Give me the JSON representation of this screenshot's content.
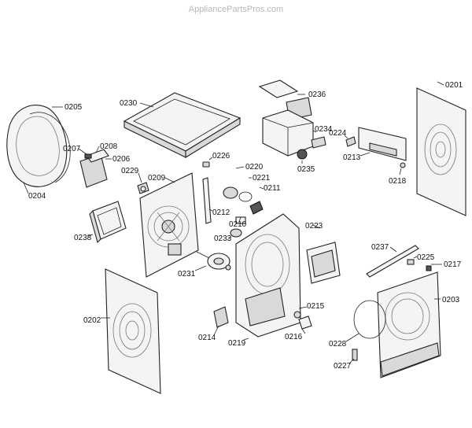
{
  "watermark": "AppliancePartsPros.com",
  "parts": {
    "p0201": "0201",
    "p0202": "0202",
    "p0203": "0203",
    "p0204": "0204",
    "p0205": "0205",
    "p0206": "0206",
    "p0207": "0207",
    "p0208": "0208",
    "p0209": "0209",
    "p0210": "0210",
    "p0211": "0211",
    "p0212": "0212",
    "p0213": "0213",
    "p0214": "0214",
    "p0215": "0215",
    "p0216": "0216",
    "p0217": "0217",
    "p0218": "0218",
    "p0219": "0219",
    "p0220": "0220",
    "p0221": "0221",
    "p0223": "0223",
    "p0224": "0224",
    "p0225": "0225",
    "p0226": "0226",
    "p0227": "0227",
    "p0228": "0228",
    "p0229": "0229",
    "p0230": "0230",
    "p0231": "0231",
    "p0233": "0233",
    "p0234": "0234",
    "p0235": "0235",
    "p0236": "0236",
    "p0237": "0237",
    "p0238": "0238"
  }
}
